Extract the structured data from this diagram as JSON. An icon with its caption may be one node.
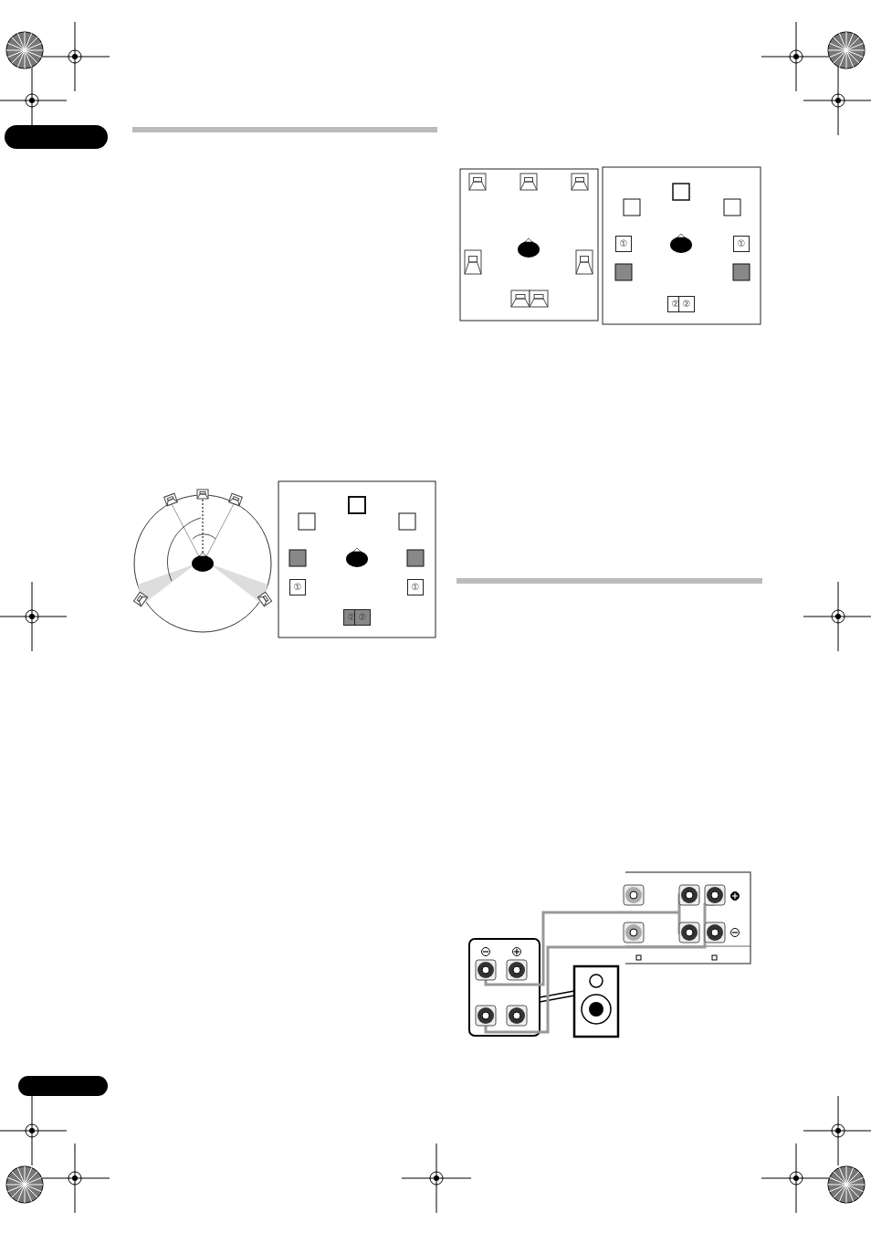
{
  "diagram": {
    "nodes": [
      {
        "text": [
          "①"
        ]
      },
      {
        "text": [
          "①"
        ]
      },
      {
        "text": [
          "②"
        ]
      },
      {
        "text": [
          "②"
        ]
      },
      {
        "text": [
          "①"
        ]
      },
      {
        "text": [
          "①"
        ]
      },
      {
        "text": [
          "②"
        ]
      },
      {
        "text": [
          "②"
        ]
      }
    ]
  }
}
